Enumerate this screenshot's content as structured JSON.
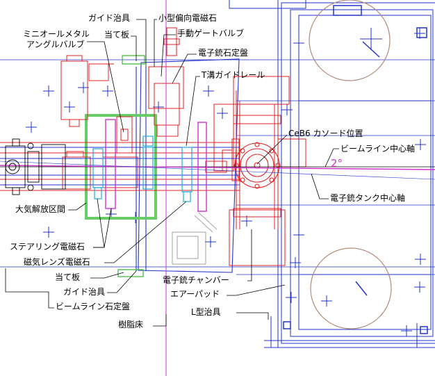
{
  "labels": {
    "guide_jig_top": "ガイド治具",
    "small_deflection_magnet": "小型偏向電磁石",
    "mini_all_metal_angle_valve_1": "ミニオールメタル",
    "mini_all_metal_angle_valve_2": "アングルバルブ",
    "stopper_plate_top": "当て板",
    "manual_gate_valve": "手動ゲートバルブ",
    "electron_gun_stone_table": "電子銃石定盤",
    "t_slot_guide_rail": "T溝ガイドレール",
    "ceb6_cathode_position": "CeB6 カソード位置",
    "beamline_center_axis": "ビームライン中心軸",
    "angle_value": "2°",
    "electron_gun_tank_center_axis": "電子銃タンク中心軸",
    "atmosphere_release_section": "大気解放区間",
    "steering_magnet": "ステアリング電磁石",
    "magnetic_lens_magnet": "磁気レンズ電磁石",
    "stopper_plate_bottom": "当て板",
    "electron_gun_chamber": "電子銃チャンバー",
    "guide_jig_bottom": "ガイド治具",
    "air_pad": "エアーパッド",
    "beamline_stone_table": "ビームライン石定盤",
    "l_type_jig": "L型治具",
    "resin_floor": "樹脂床"
  },
  "colors": {
    "blue": "#2233cc",
    "red": "#e02020",
    "magenta": "#cc33cc",
    "green": "#44bb44",
    "tan": "#b08a78",
    "gray": "#888888",
    "black": "#000000",
    "cyan": "#22aadd"
  }
}
